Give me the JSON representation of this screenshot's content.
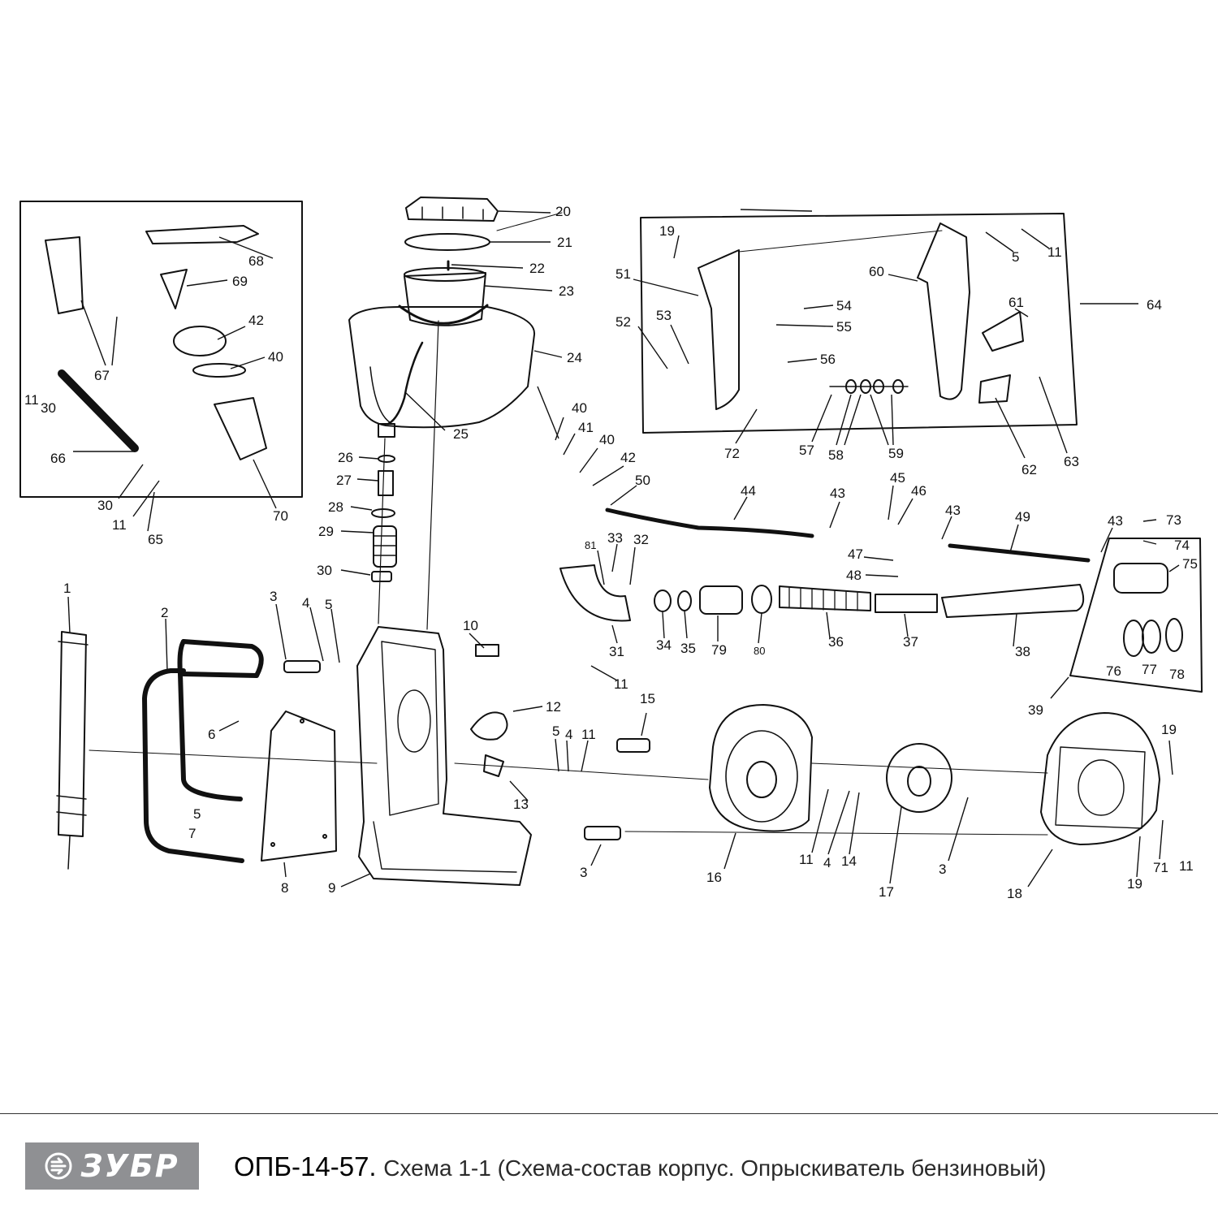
{
  "brand": {
    "logo_text": "ЗУБР"
  },
  "caption": {
    "model": "ОПБ-14-57.",
    "description": "Схема 1-1 (Схема-состав корпус. Опрыскиватель бензиновый)"
  },
  "colors": {
    "logo_background": "#8f9093",
    "line": "#111111"
  },
  "part_labels": {
    "p1": "1",
    "p2": "2",
    "p3a": "3",
    "p3b": "3",
    "p3c": "3",
    "p4a": "4",
    "p4b": "4",
    "p4c": "4",
    "p5a": "5",
    "p5b": "5",
    "p5c": "5",
    "p5d": "5",
    "p6": "6",
    "p7": "7",
    "p8": "8",
    "p9": "9",
    "p10": "10",
    "p11a": "11",
    "p11b": "11",
    "p11c": "11",
    "p11d": "11",
    "p11e": "11",
    "p11f": "11",
    "p11g": "11",
    "p12": "12",
    "p13": "13",
    "p14": "14",
    "p15": "15",
    "p16": "16",
    "p17": "17",
    "p18": "18",
    "p19a": "19",
    "p19b": "19",
    "p19c": "19",
    "p20": "20",
    "p21": "21",
    "p22": "22",
    "p23": "23",
    "p24": "24",
    "p25": "25",
    "p26": "26",
    "p27": "27",
    "p28": "28",
    "p29": "29",
    "p30a": "30",
    "p30b": "30",
    "p30c": "30",
    "p31": "31",
    "p32": "32",
    "p33": "33",
    "p34": "34",
    "p35": "35",
    "p36": "36",
    "p37": "37",
    "p38": "38",
    "p39": "39",
    "p40a": "40",
    "p40b": "40",
    "p40c": "40",
    "p41": "41",
    "p42a": "42",
    "p42b": "42",
    "p43a": "43",
    "p43b": "43",
    "p43c": "43",
    "p44": "44",
    "p45": "45",
    "p46": "46",
    "p47": "47",
    "p48": "48",
    "p49": "49",
    "p50": "50",
    "p51": "51",
    "p52": "52",
    "p53": "53",
    "p54": "54",
    "p55": "55",
    "p56": "56",
    "p57": "57",
    "p58": "58",
    "p59": "59",
    "p60": "60",
    "p61": "61",
    "p62": "62",
    "p63": "63",
    "p64": "64",
    "p65": "65",
    "p66": "66",
    "p67": "67",
    "p68": "68",
    "p69": "69",
    "p70": "70",
    "p71": "71",
    "p72": "72",
    "p73": "73",
    "p74": "74",
    "p75": "75",
    "p76": "76",
    "p77": "77",
    "p78": "78",
    "p79": "79",
    "p80": "80",
    "p81": "81"
  }
}
